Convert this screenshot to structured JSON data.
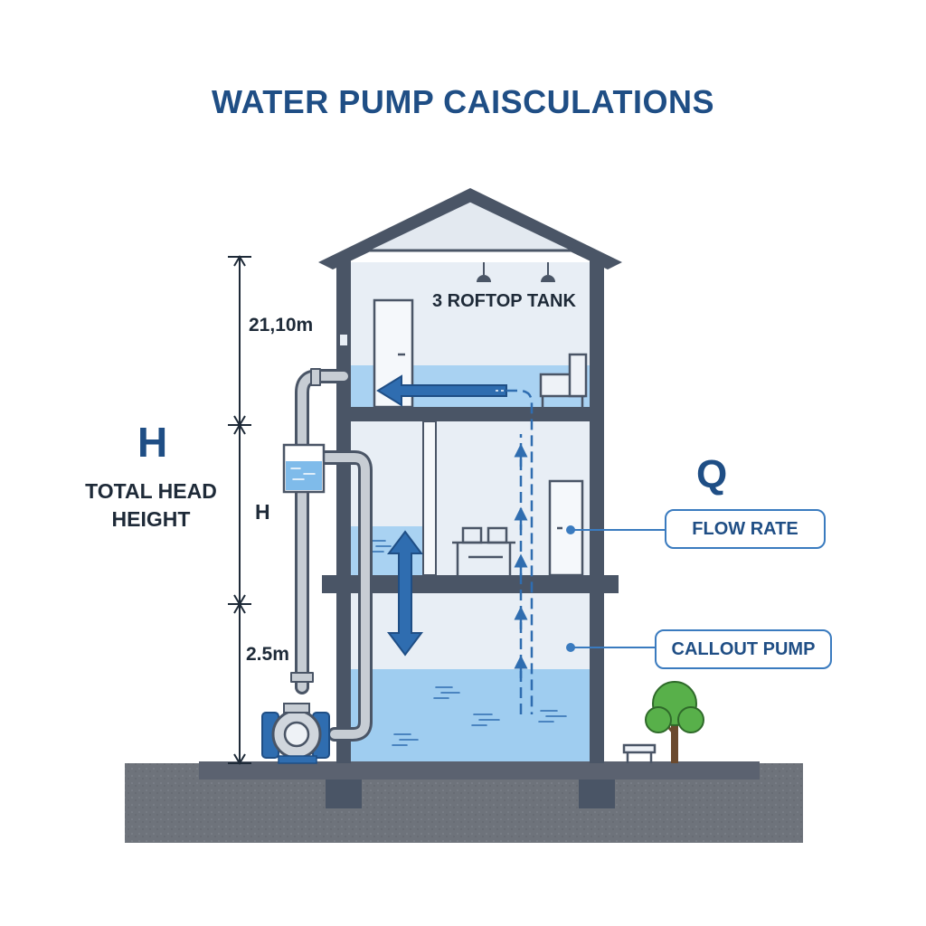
{
  "title": "WATER PUMP CAISCULATIONS",
  "labels": {
    "head_symbol": "H",
    "total_head": "TOTAL HEAD HEIGHT",
    "dim_top": "21,10m",
    "dim_mid": "H",
    "dim_low": "2.5m",
    "rooftop_tank": "3 ROFTOP TANK",
    "flow_symbol": "Q",
    "flow_rate": "FLOW RATE",
    "callout_pump": "CALLOUT PUMP"
  },
  "colors": {
    "title": "#1f4e85",
    "wall": "#4a5566",
    "water": "#a9d2f2",
    "water_deep": "#7fbbea",
    "pipe": "#c7cdd4",
    "arrow": "#2f6db0",
    "ground": "#6e737b",
    "tree": "#58b04a"
  },
  "icons": [
    "pump-icon",
    "tree-icon",
    "bench-icon",
    "ceiling-lamp-icon",
    "armchair-icon",
    "table-icon",
    "door-icon"
  ]
}
